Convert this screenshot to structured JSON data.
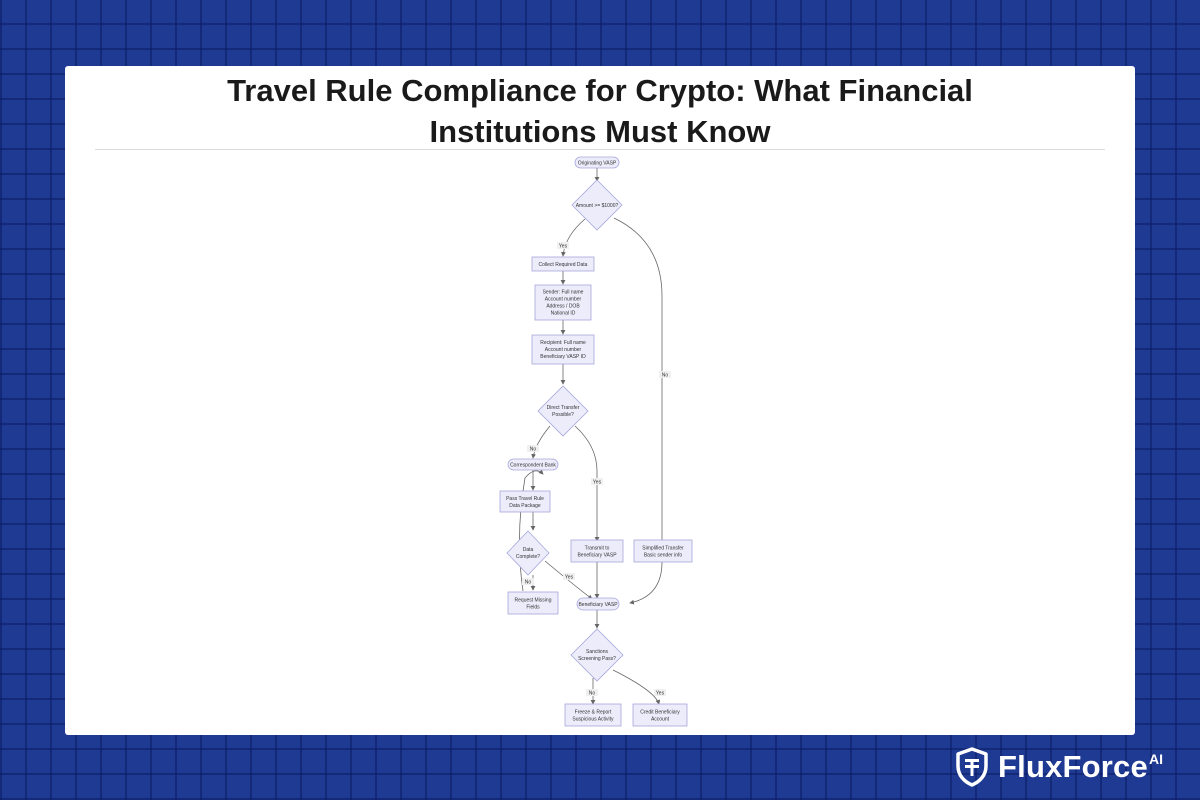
{
  "page": {
    "title_line1": "Travel Rule Compliance for Crypto: What Financial",
    "title_line2": "Institutions Must Know"
  },
  "diagram": {
    "nodes": {
      "originating": "Originating VASP",
      "amount": "Amount >= $1000?",
      "collect": "Collect Required Data",
      "sender": [
        "Sender: Full name",
        "Account number",
        "Address / DOB",
        "National ID"
      ],
      "recipient": [
        "Recipient: Full name",
        "Account number",
        "Beneficiary VASP ID"
      ],
      "direct": [
        "Direct Transfer",
        "Possible?"
      ],
      "correspondent": "Correspondent Bank",
      "pass": [
        "Pass Travel Rule",
        "Data Package"
      ],
      "complete": [
        "Data",
        "Complete?"
      ],
      "request": [
        "Request Missing",
        "Fields"
      ],
      "transmit": [
        "Transmit to",
        "Beneficiary VASP"
      ],
      "simplified": [
        "Simplified Transfer",
        "Basic sender info"
      ],
      "beneficiary": "Beneficiary VASP",
      "sanctions": [
        "Sanctions",
        "Screening Pass?"
      ],
      "freeze": [
        "Freeze & Report",
        "Suspicious Activity"
      ],
      "credit": [
        "Credit Beneficiary",
        "Account"
      ]
    },
    "edge_labels": {
      "amount_yes": "Yes",
      "amount_no": "No",
      "direct_no": "No",
      "direct_yes": "Yes",
      "complete_no": "No",
      "complete_yes": "Yes",
      "sanctions_no": "No",
      "sanctions_yes": "Yes"
    }
  },
  "brand": {
    "name": "FluxForce",
    "suffix": "AI",
    "icon": "shield-logo-icon"
  }
}
